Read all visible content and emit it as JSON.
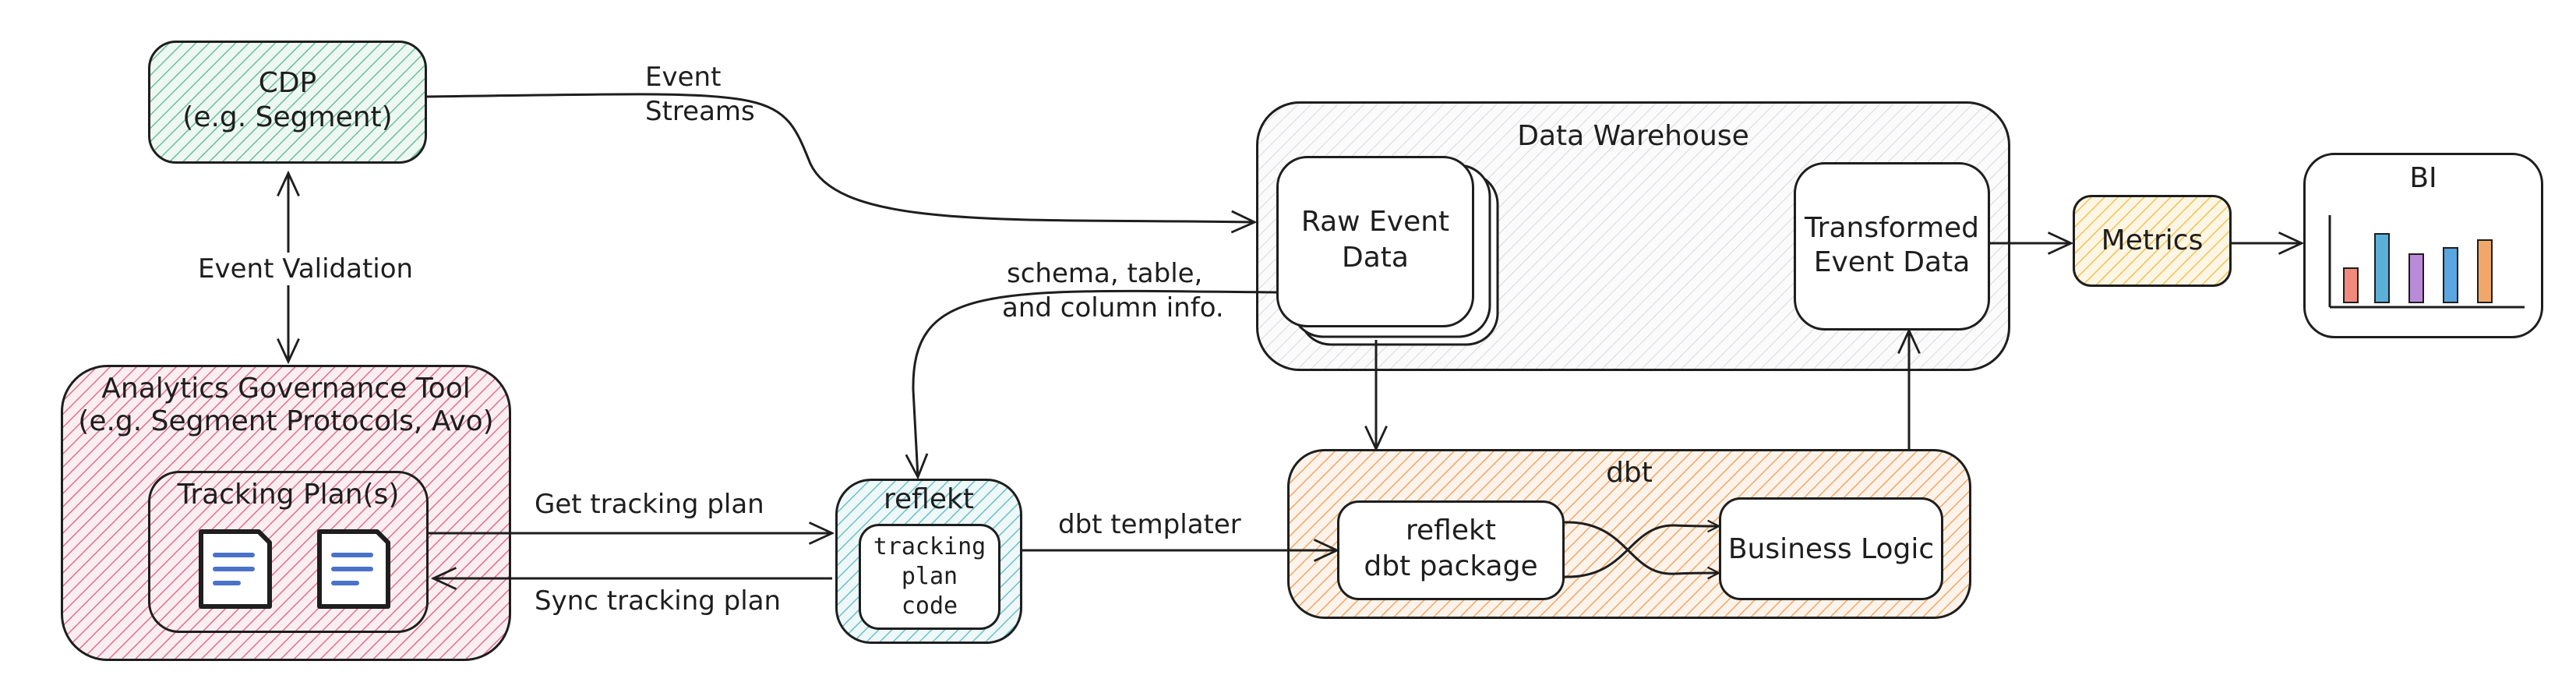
{
  "nodes": {
    "cdp": {
      "line1": "CDP",
      "line2": "(e.g. Segment)",
      "color": "#7fc8a9"
    },
    "governance": {
      "line1": "Analytics Governance Tool",
      "line2": "(e.g. Segment Protocols, Avo)",
      "color": "#e8799a"
    },
    "tracking_plans": {
      "label": "Tracking Plan(s)",
      "doc_icon_color": "#4a72c8"
    },
    "reflekt": {
      "label": "reflekt",
      "color": "#7cc9cf"
    },
    "reflekt_code": {
      "line1": "tracking",
      "line2": "plan",
      "line3": "code"
    },
    "warehouse": {
      "label": "Data Warehouse",
      "color": "#d3d6dc"
    },
    "raw_event": {
      "line1": "Raw Event",
      "line2": "Data"
    },
    "transformed": {
      "line1": "Transformed",
      "line2": "Event Data"
    },
    "metrics": {
      "label": "Metrics",
      "color": "#f7cd6b"
    },
    "bi": {
      "label": "BI",
      "bar_colors": [
        "#f08a7a",
        "#5ab0d8",
        "#b98ad8",
        "#5aa6e0",
        "#f0a86a"
      ]
    },
    "dbt": {
      "label": "dbt",
      "color": "#f5b37a"
    },
    "reflekt_dbt": {
      "line1": "reflekt",
      "line2": "dbt package"
    },
    "business_logic": {
      "label": "Business Logic"
    }
  },
  "edges": {
    "event_streams": {
      "line1": "Event",
      "line2": "Streams"
    },
    "event_validation": "Event Validation",
    "schema_info": {
      "line1": "schema, table,",
      "line2": "and column info."
    },
    "get_plan": "Get tracking plan",
    "sync_plan": "Sync tracking plan",
    "dbt_templater": "dbt templater"
  }
}
